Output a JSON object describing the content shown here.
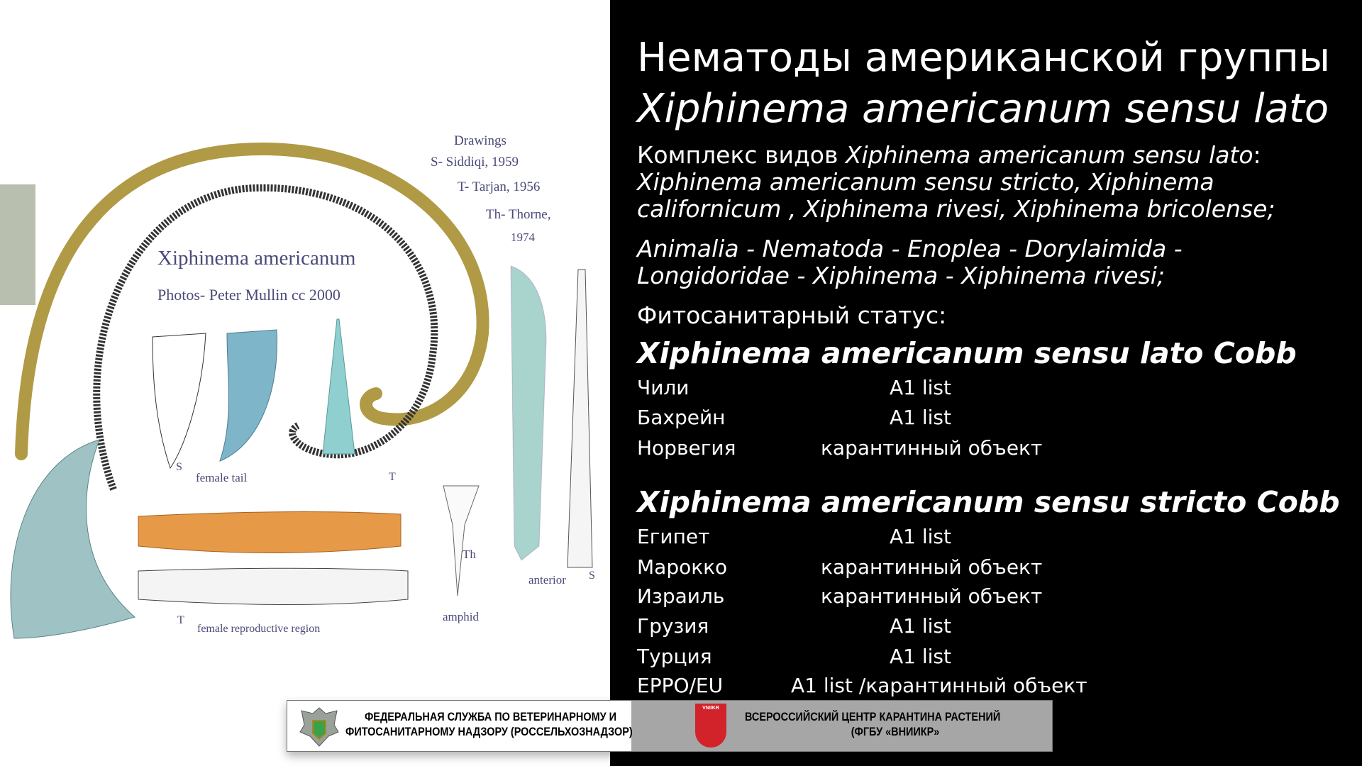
{
  "illustration": {
    "credits": [
      "Drawings",
      "S- Siddiqi, 1959",
      "T- Tarjan, 1956",
      "Th- Thorne,",
      "1974"
    ],
    "species": "Xiphinema americanum",
    "photos": "Photos- Peter Mullin cc 2000",
    "labels": {
      "female_tail": "female tail",
      "s1": "S",
      "t1": "T",
      "th": "Th",
      "amphid": "amphid",
      "anterior": "anterior",
      "s2": "S",
      "t2": "T",
      "reproductive": "female reproductive region"
    }
  },
  "title": {
    "line1": "Нематоды американской группы",
    "line2": "Xiphinema americanum sensu lato"
  },
  "complex": {
    "prefix": "Комплекс видов ",
    "prefix_species": "Xiphinema americanum sensu lato",
    ":": ":",
    "line2": "Xiphinema americanum sensu stricto, Xiphinema",
    "line3": "californicum , Xiphinema rivesi, Xiphinema bricolense;"
  },
  "taxonomy": {
    "line1": "Animalia - Nematoda - Enoplea - Dorylaimida -",
    "line2": "Longidoridae - Xiphinema - Xiphinema rivesi;"
  },
  "status_label": "Фитосанитарный статус:",
  "groups": [
    {
      "heading": "Xiphinema americanum sensu lato Cobb",
      "rows": [
        {
          "country": "Чили",
          "status": "A1 list"
        },
        {
          "country": "Бахрейн",
          "status": "A1 list"
        },
        {
          "country": "Норвегия",
          "status": "карантинный объект"
        }
      ]
    },
    {
      "heading": "Xiphinema americanum sensu stricto Cobb",
      "rows": [
        {
          "country": "Египет",
          "status": "A1 list"
        },
        {
          "country": "Марокко",
          "status": "карантинный объект"
        },
        {
          "country": "Израиль",
          "status": "карантинный объект"
        },
        {
          "country": "Грузия",
          "status": "A1 list"
        },
        {
          "country": "Турция",
          "status": "A1 list"
        },
        {
          "country": "EPPO/EU",
          "status": "A1 list /карантинный объект"
        }
      ]
    }
  ],
  "banner": {
    "left_line1": "ФЕДЕРАЛЬНАЯ СЛУЖБА ПО ВЕТЕРИНАРНОМУ И",
    "left_line2": "ФИТОСАНИТАРНОМУ НАДЗОРУ (РОССЕЛЬХОЗНАДЗОР)",
    "right_line1": "ВСЕРОССИЙСКИЙ ЦЕНТР КАРАНТИНА РАСТЕНИЙ",
    "right_line2": "(ФГБУ «ВНИИКР»",
    "shield_text": "VNIIKR"
  },
  "colors": {
    "accent_red": "#d2232a",
    "emblem_green": "#3aa24a"
  }
}
